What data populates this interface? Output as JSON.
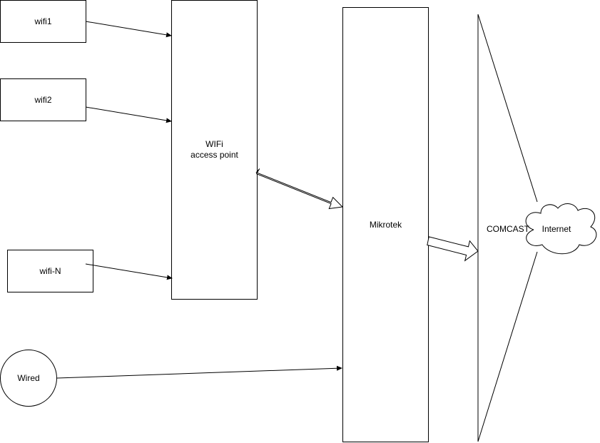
{
  "nodes": {
    "wifi1": "wifi1",
    "wifi2": "wifi2",
    "wifi_n": "wifi-N",
    "wired": "Wired",
    "access_point": "WIFi\naccess point",
    "mikrotek": "Mikrotek",
    "comcast": "COMCAST",
    "internet": "Internet"
  },
  "colors": {
    "stroke": "#000000",
    "fill": "#ffffff"
  },
  "edges": [
    {
      "from": "wifi1",
      "to": "access_point",
      "style": "line-arrow"
    },
    {
      "from": "wifi2",
      "to": "access_point",
      "style": "line-arrow"
    },
    {
      "from": "wifi_n",
      "to": "access_point",
      "style": "line-arrow"
    },
    {
      "from": "wired",
      "to": "mikrotek",
      "style": "line-arrow"
    },
    {
      "from": "access_point",
      "to": "mikrotek",
      "style": "block-arrow"
    },
    {
      "from": "mikrotek",
      "to": "comcast",
      "style": "block-arrow"
    }
  ]
}
